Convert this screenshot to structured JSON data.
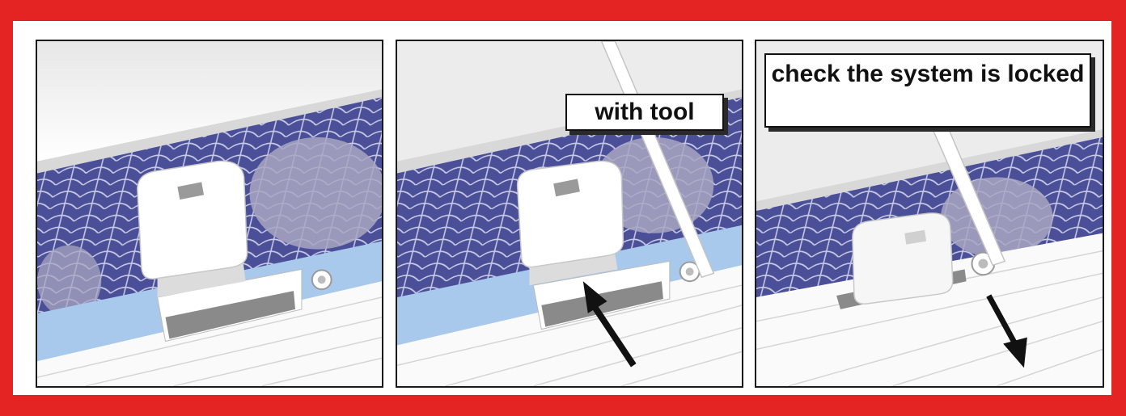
{
  "frame": {
    "border_color": "#e32422",
    "background": "#ffffff"
  },
  "panels": [
    {
      "id": "step-1",
      "label": "",
      "arrow": "none"
    },
    {
      "id": "step-2",
      "label": "with tool",
      "arrow": "up-left"
    },
    {
      "id": "step-3",
      "label": "check the system is locked",
      "arrow": "down-right"
    }
  ],
  "callouts": {
    "with_tool": "with tool",
    "check_locked": "check the system is locked"
  },
  "colors": {
    "mosaic": "#4a4f98",
    "water_band": "#a9c9ec",
    "clip": "#ffffff",
    "arrow": "#111111"
  }
}
